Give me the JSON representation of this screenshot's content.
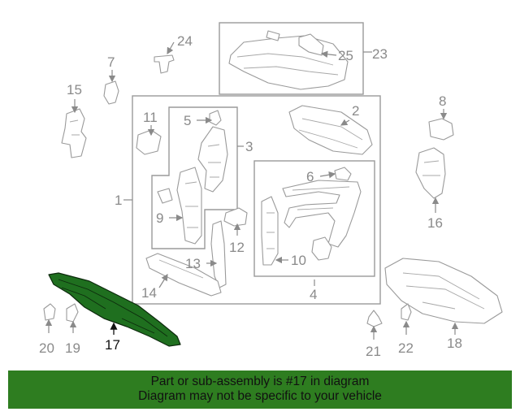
{
  "callouts": {
    "c1": "1",
    "c2": "2",
    "c3": "3",
    "c4": "4",
    "c5": "5",
    "c6": "6",
    "c7": "7",
    "c8": "8",
    "c9": "9",
    "c10": "10",
    "c11": "11",
    "c12": "12",
    "c13": "13",
    "c14": "14",
    "c15": "15",
    "c16": "16",
    "c17": "17",
    "c18": "18",
    "c19": "19",
    "c20": "20",
    "c21": "21",
    "c22": "22",
    "c23": "23",
    "c24": "24",
    "c25": "25"
  },
  "highlight": {
    "part": "17",
    "color": "#2e7d32",
    "banner_color": "#2e7d20"
  },
  "banner": {
    "line1": "Part or sub-assembly is #17 in diagram",
    "line2": "Diagram may not be specific to your vehicle"
  }
}
